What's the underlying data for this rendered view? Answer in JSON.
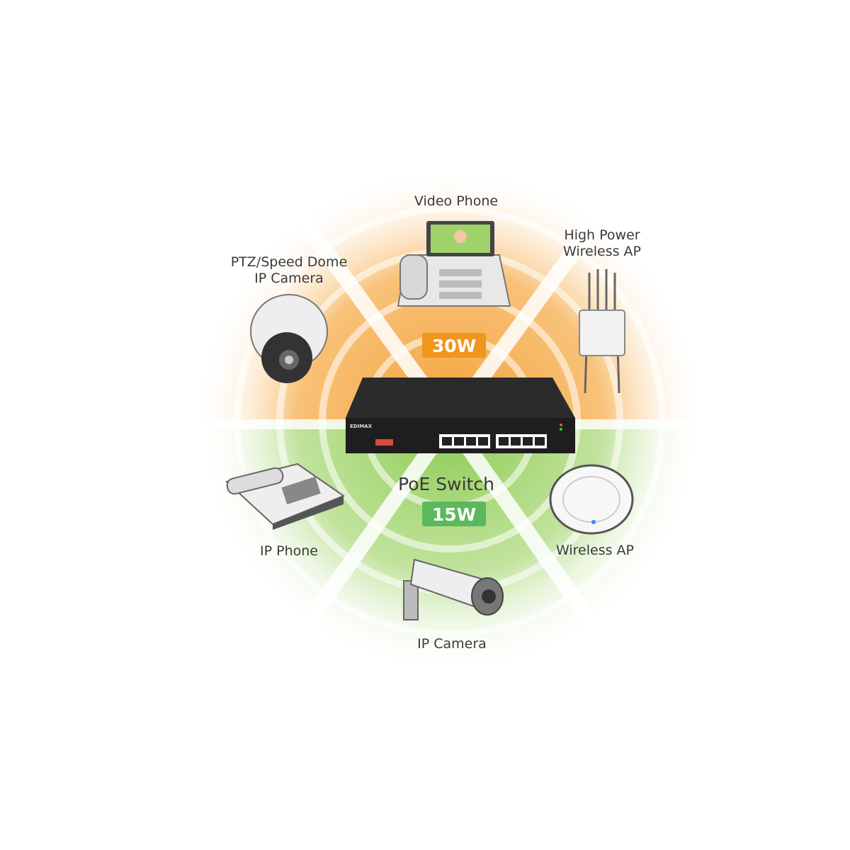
{
  "center_label": "PoE Switch",
  "badges": {
    "high": {
      "text": "30W",
      "color": "#f0961e"
    },
    "standard": {
      "text": "15W",
      "color": "#5cb85c"
    }
  },
  "zone_colors": {
    "upper": "#f7b55a",
    "lower": "#a6d774"
  },
  "switch_brand": "EDIMAX",
  "devices": {
    "video_phone": {
      "label": "Video Phone"
    },
    "high_power_ap": {
      "line1": "High Power",
      "line2": "Wireless AP"
    },
    "ptz_camera": {
      "line1": "PTZ/Speed Dome",
      "line2": "IP Camera"
    },
    "ip_phone": {
      "label": "IP Phone"
    },
    "wireless_ap": {
      "label": "Wireless AP"
    },
    "ip_camera": {
      "label": "IP Camera"
    }
  }
}
